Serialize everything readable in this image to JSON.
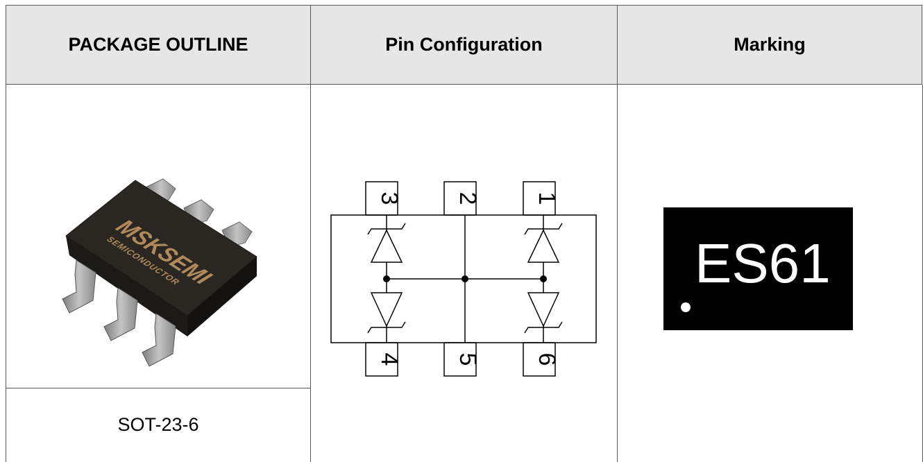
{
  "headers": {
    "package_outline": "PACKAGE OUTLINE",
    "pin_configuration": "Pin Configuration",
    "marking": "Marking"
  },
  "package": {
    "name": "SOT-23-6",
    "chip_brand": "MSKSEMI",
    "chip_sub": "SEMICONDUCTOR"
  },
  "pins": {
    "top": [
      "3",
      "2",
      "1"
    ],
    "bottom": [
      "4",
      "5",
      "6"
    ]
  },
  "marking": {
    "code": "ES61"
  },
  "colors": {
    "header_bg": "#e6e6e6",
    "border": "#555555",
    "chip_body": "#2a2622",
    "chip_text": "#b08a5a",
    "lead": "#9a9a9a"
  }
}
